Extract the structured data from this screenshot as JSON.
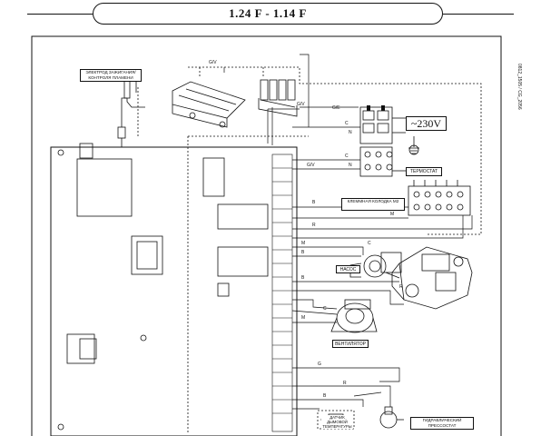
{
  "header": {
    "title": "1.24 F - 1.14 F"
  },
  "labels": {
    "electrode": "ЭЛЕКТРОД ЗАЖИГАНИЯ/ КОНТРОЛЯ ПЛАМЕНИ",
    "voltage": "~230V",
    "thermostat": "ТЕРМОСТАТ",
    "terminal_block": "КЛЕММНАЯ КОЛОДКА M2",
    "pump": "НАСОС",
    "fan": "ВЕНТИЛЯТОР",
    "flue_sensor": "ДАТЧИК ДЫМОВОЙ ТЕМПЕРАТУРЫ",
    "hydro_switch": "ГИДРАВЛИЧЕСКИЙ ПРЕССОСТАТ",
    "code": "0812_1505 / CG_2056"
  },
  "wire_letters": {
    "gv_top": "G/V",
    "gv_mid": "G/V",
    "ge": "G/E",
    "c1": "C",
    "c2": "C",
    "c3": "C",
    "c4": "C",
    "n1": "N",
    "n2": "N",
    "m1": "M",
    "m2": "M",
    "m3": "M",
    "b1": "B",
    "b2": "B",
    "b3": "B",
    "b4": "B",
    "r1": "R",
    "r2": "R",
    "r3": "R",
    "g1": "G",
    "gv_right": "G/V"
  }
}
